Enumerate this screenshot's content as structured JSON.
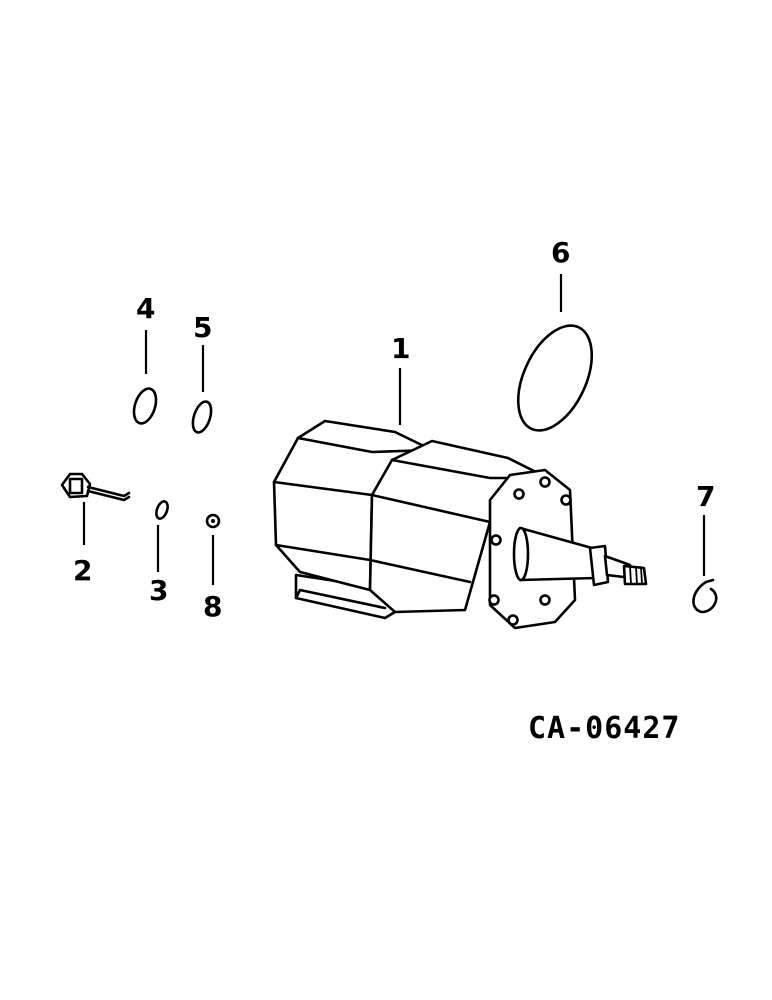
{
  "diagram": {
    "callouts": {
      "c1": "1",
      "c2": "2",
      "c3": "3",
      "c4": "4",
      "c5": "5",
      "c6": "6",
      "c7": "7",
      "c8": "8"
    },
    "drawing_code": "CA-06427"
  }
}
